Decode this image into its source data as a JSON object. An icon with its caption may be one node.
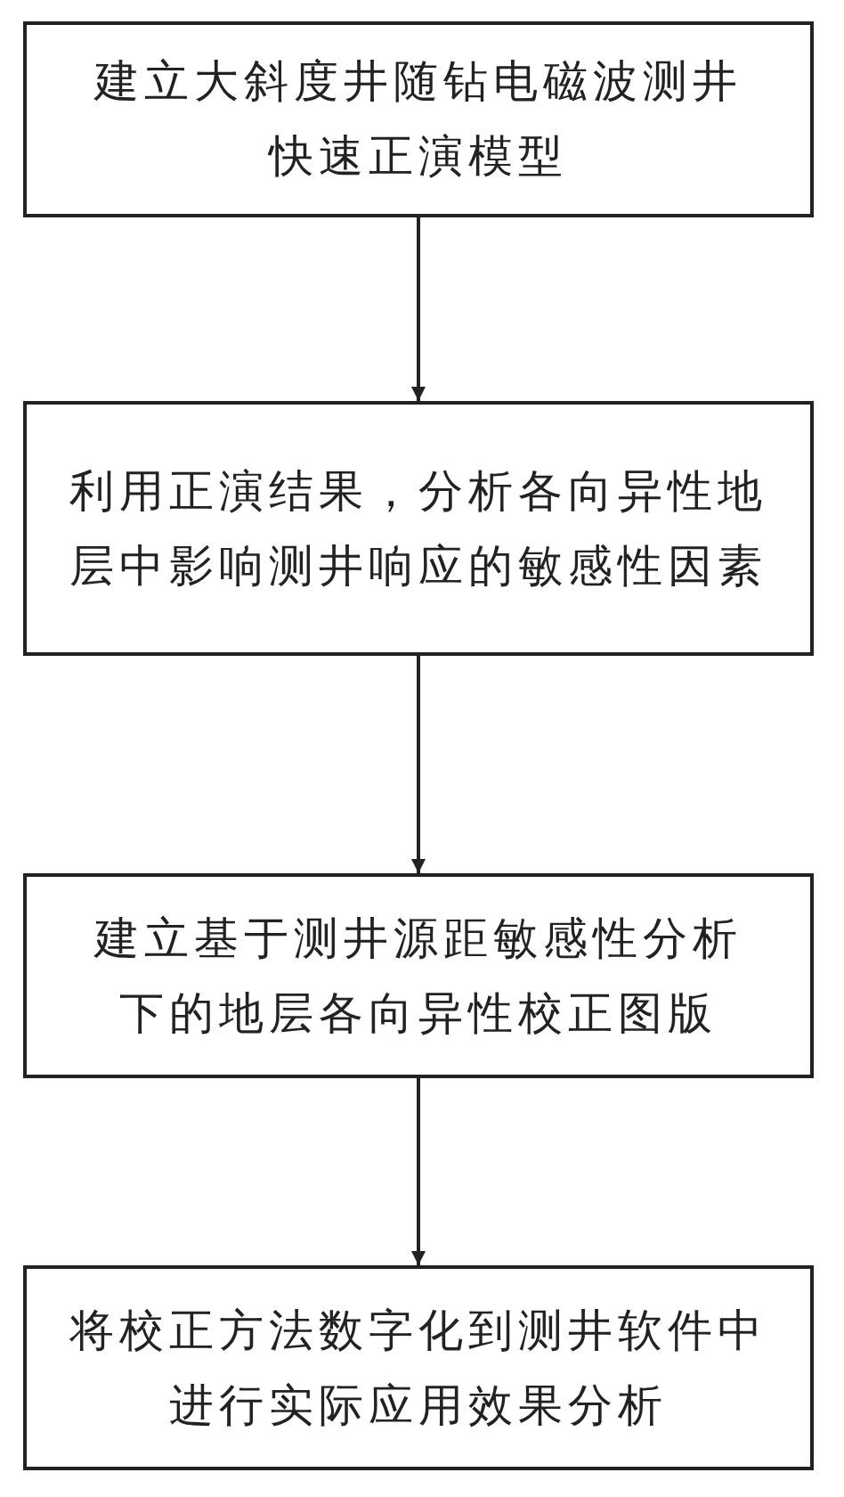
{
  "diagram": {
    "nodes": [
      {
        "text": [
          "建立大斜度井随钻电磁波测井快速正演模型"
        ]
      },
      {
        "text": [
          "利用正演结果，分析各向异性地层中影响测井响应的敏感性因素"
        ]
      },
      {
        "text": [
          "建立基于测井源距敏感性分析下的地层各向异性校正图版"
        ]
      },
      {
        "text": [
          "将校正方法数字化到测井软件中进行实际应用效果分析"
        ]
      }
    ],
    "edges": [
      {
        "from": 0,
        "to": 1,
        "arrow": "to"
      },
      {
        "from": 1,
        "to": 2,
        "arrow": "to"
      },
      {
        "from": 2,
        "to": 3,
        "arrow": "to"
      }
    ]
  }
}
